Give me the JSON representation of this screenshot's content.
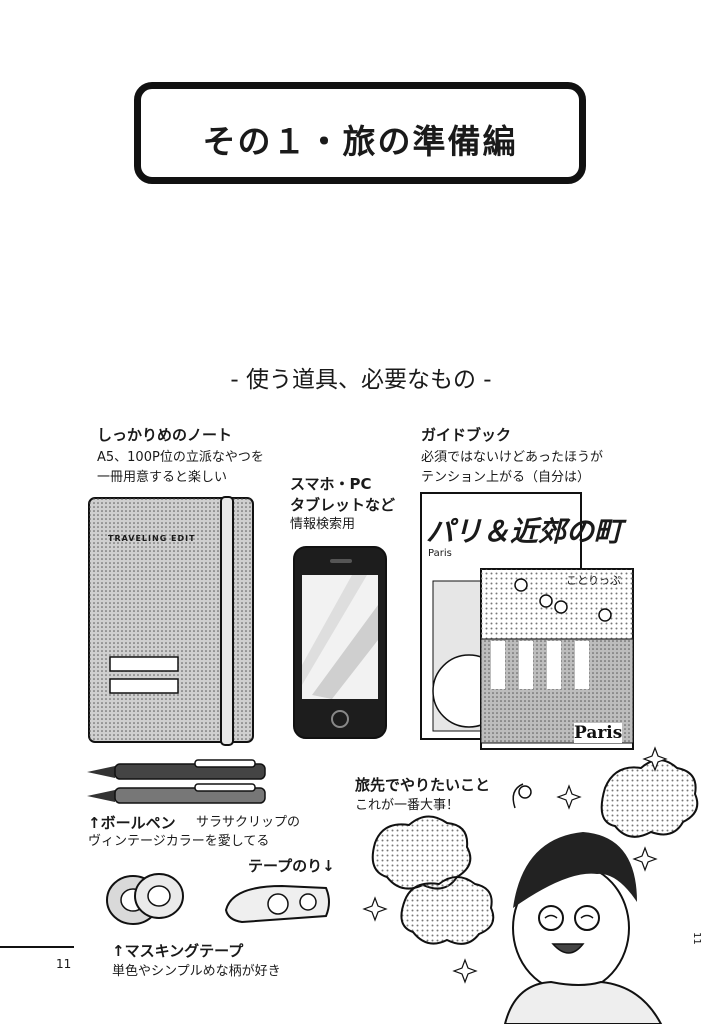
{
  "chapter": {
    "title": "その１・旅の準備編"
  },
  "section": {
    "subtitle": "- 使う道具、必要なもの -"
  },
  "notebook": {
    "label": "しっかりめのノート",
    "note1": "A5、100P位の立派なやつを",
    "note2": "一冊用意すると楽しい",
    "cover_text": "TRAVELING EDIT"
  },
  "phone": {
    "label1": "スマホ・PC",
    "label2": "タブレットなど",
    "note": "情報検索用"
  },
  "guidebook": {
    "label": "ガイドブック",
    "note1": "必須ではないけどあったほうが",
    "note2": "テンション上がる（自分は）",
    "book1_title": "パリ＆近郊の町",
    "book1_sub": "Paris",
    "book2_title": "ことりっぷ",
    "book2_sub": "Paris"
  },
  "pen": {
    "label": "↑ボールペン",
    "note1": "サラサクリップの",
    "note2": "ヴィンテージカラーを愛してる"
  },
  "glue": {
    "label": "テープのり↓"
  },
  "tape": {
    "label": "↑マスキングテープ",
    "note": "単色やシンプルめな柄が好き"
  },
  "wish": {
    "label": "旅先でやりたいこと",
    "note": "これが一番大事！"
  },
  "page": {
    "number": "11",
    "side": "11"
  }
}
